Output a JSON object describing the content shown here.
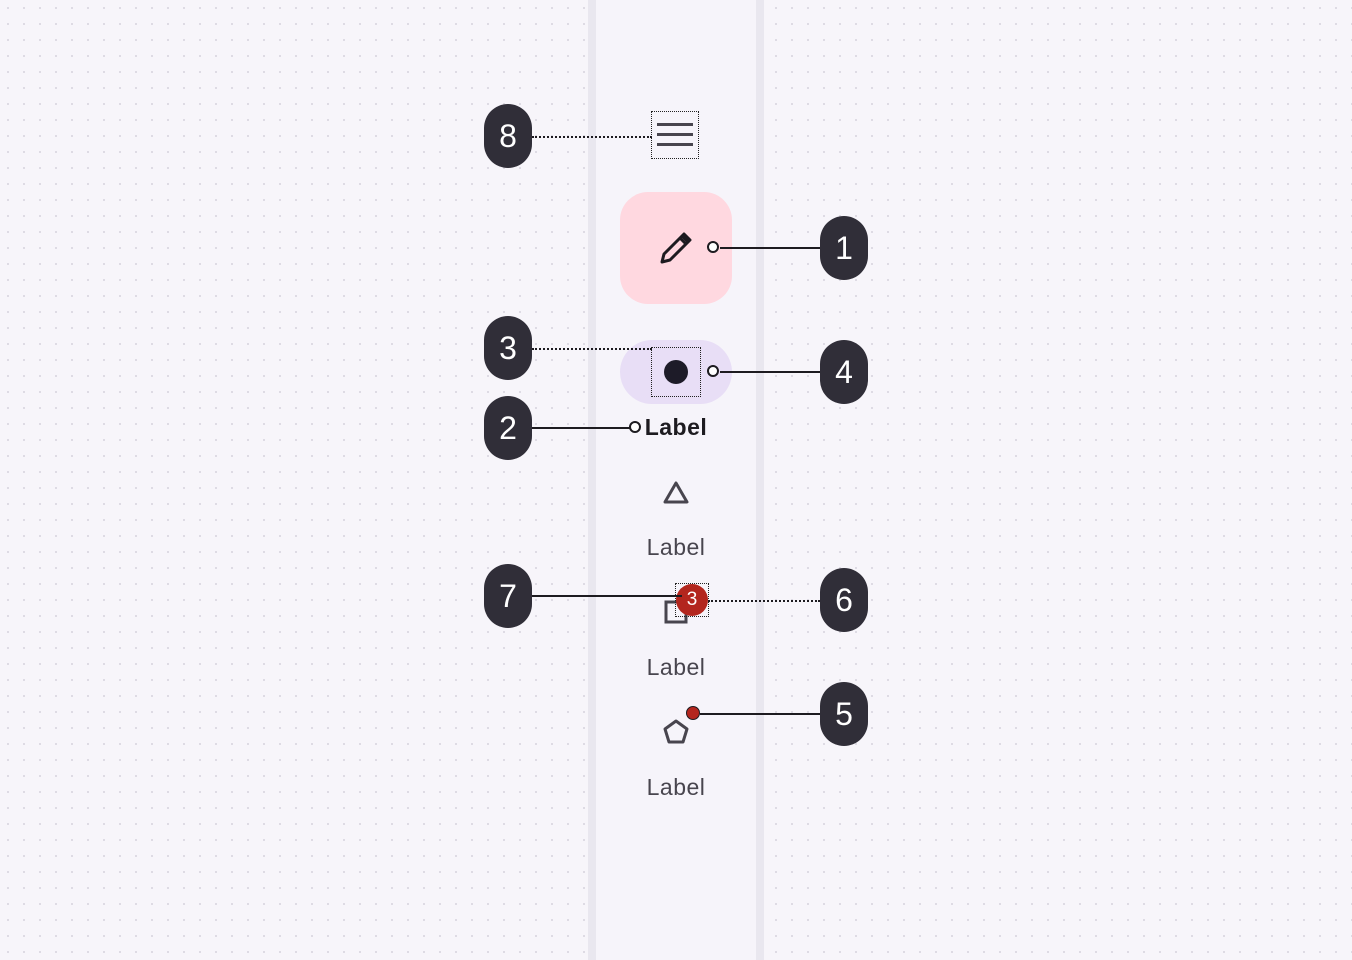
{
  "callouts": [
    "1",
    "2",
    "3",
    "4",
    "5",
    "6",
    "7",
    "8"
  ],
  "menu_icon": "menu-icon",
  "fab_icon": "pencil-icon",
  "nav_items": [
    {
      "label": "Label",
      "icon": "circle-icon",
      "active": true
    },
    {
      "label": "Label",
      "icon": "triangle-icon"
    },
    {
      "label": "Label",
      "icon": "square-icon",
      "badge": "3"
    },
    {
      "label": "Label",
      "icon": "pentagon-icon",
      "small_badge": true
    }
  ],
  "colors": {
    "fab_container": "#ffd8e0",
    "active_indicator": "#e8def6",
    "badge": "#b3261e",
    "callout": "#302e38",
    "rail": "#f6f4fa"
  }
}
